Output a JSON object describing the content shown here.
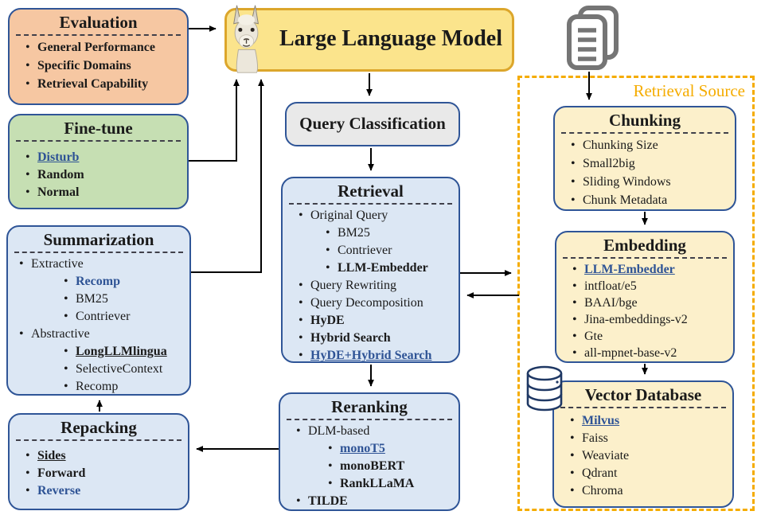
{
  "colors": {
    "evaluation_fill": "#F6C7A2",
    "finetune_fill": "#C6DFB3",
    "blue_fill": "#DCE7F4",
    "yellow_fill": "#FBE48C",
    "pale_yellow_fill": "#FCF0CB",
    "gray_fill": "#E9E9E9",
    "box_border": "#2F5597",
    "gold_border": "#DCA62B",
    "orange": "#F5AC00",
    "link": "#2E5395",
    "text": "#1A1A1A",
    "arrow": "#000000",
    "icon_gray": "#757575",
    "icon_navy": "#1F3864"
  },
  "llm": {
    "title": "Large Language Model"
  },
  "query_classification": {
    "title": "Query Classification"
  },
  "retrieval_source": {
    "label": "Retrieval Source"
  },
  "icons": {
    "llama": "llama-icon",
    "documents": "documents-icon",
    "database": "database-cylinder-icon"
  },
  "boxes": {
    "evaluation": {
      "title": "Evaluation",
      "items": [
        {
          "text": "General Performance",
          "style": "bold"
        },
        {
          "text": "Specific Domains",
          "style": "bold"
        },
        {
          "text": "Retrieval Capability",
          "style": "bold"
        }
      ]
    },
    "finetune": {
      "title": "Fine-tune",
      "items": [
        {
          "text": "Disturb",
          "style": "link underline"
        },
        {
          "text": "Random",
          "style": "bold"
        },
        {
          "text": "Normal",
          "style": "bold"
        }
      ]
    },
    "summarization": {
      "title": "Summarization",
      "items": [
        {
          "text": "Extractive",
          "style": "plain"
        },
        {
          "text": "Recomp",
          "style": "link",
          "indent": 1
        },
        {
          "text": "BM25",
          "style": "plain",
          "indent": 1
        },
        {
          "text": "Contriever",
          "style": "plain",
          "indent": 1
        },
        {
          "text": "Abstractive",
          "style": "plain"
        },
        {
          "text": "LongLLMlingua",
          "style": "bold underline",
          "indent": 1
        },
        {
          "text": "SelectiveContext",
          "style": "plain",
          "indent": 1
        },
        {
          "text": "Recomp",
          "style": "plain",
          "indent": 1
        }
      ]
    },
    "repacking": {
      "title": "Repacking",
      "items": [
        {
          "text": "Sides",
          "style": "bold underline"
        },
        {
          "text": "Forward",
          "style": "bold"
        },
        {
          "text": "Reverse",
          "style": "link"
        }
      ]
    },
    "retrieval": {
      "title": "Retrieval",
      "items": [
        {
          "text": "Original Query",
          "style": "plain"
        },
        {
          "text": "BM25",
          "style": "plain",
          "indent": 1
        },
        {
          "text": "Contriever",
          "style": "plain",
          "indent": 1
        },
        {
          "text": "LLM-Embedder",
          "style": "bold",
          "indent": 1
        },
        {
          "text": "Query Rewriting",
          "style": "plain"
        },
        {
          "text": "Query Decomposition",
          "style": "plain"
        },
        {
          "text": "HyDE",
          "style": "bold"
        },
        {
          "text": "Hybrid Search",
          "style": "bold"
        },
        {
          "text": "HyDE+Hybrid Search",
          "style": "link underline"
        }
      ]
    },
    "reranking": {
      "title": "Reranking",
      "items": [
        {
          "text": "DLM-based",
          "style": "plain"
        },
        {
          "text": "monoT5",
          "style": "link underline",
          "indent": 1
        },
        {
          "text": "monoBERT",
          "style": "bold",
          "indent": 1
        },
        {
          "text": "RankLLaMA",
          "style": "bold",
          "indent": 1
        },
        {
          "text": "TILDE",
          "style": "bold"
        }
      ]
    },
    "chunking": {
      "title": "Chunking",
      "items": [
        {
          "text": "Chunking Size",
          "style": "plain"
        },
        {
          "text": "Small2big",
          "style": "plain"
        },
        {
          "text": "Sliding Windows",
          "style": "plain"
        },
        {
          "text": "Chunk Metadata",
          "style": "plain"
        }
      ]
    },
    "embedding": {
      "title": "Embedding",
      "items": [
        {
          "text": "LLM-Embedder",
          "style": "link underline"
        },
        {
          "text": "intfloat/e5",
          "style": "plain"
        },
        {
          "text": "BAAI/bge",
          "style": "plain"
        },
        {
          "text": "Jina-embeddings-v2",
          "style": "plain"
        },
        {
          "text": "Gte",
          "style": "plain"
        },
        {
          "text": "all-mpnet-base-v2",
          "style": "plain"
        }
      ]
    },
    "vector_database": {
      "title": "Vector Database",
      "items": [
        {
          "text": "Milvus",
          "style": "link underline"
        },
        {
          "text": "Faiss",
          "style": "plain"
        },
        {
          "text": "Weaviate",
          "style": "plain"
        },
        {
          "text": "Qdrant",
          "style": "plain"
        },
        {
          "text": "Chroma",
          "style": "plain"
        }
      ]
    }
  }
}
